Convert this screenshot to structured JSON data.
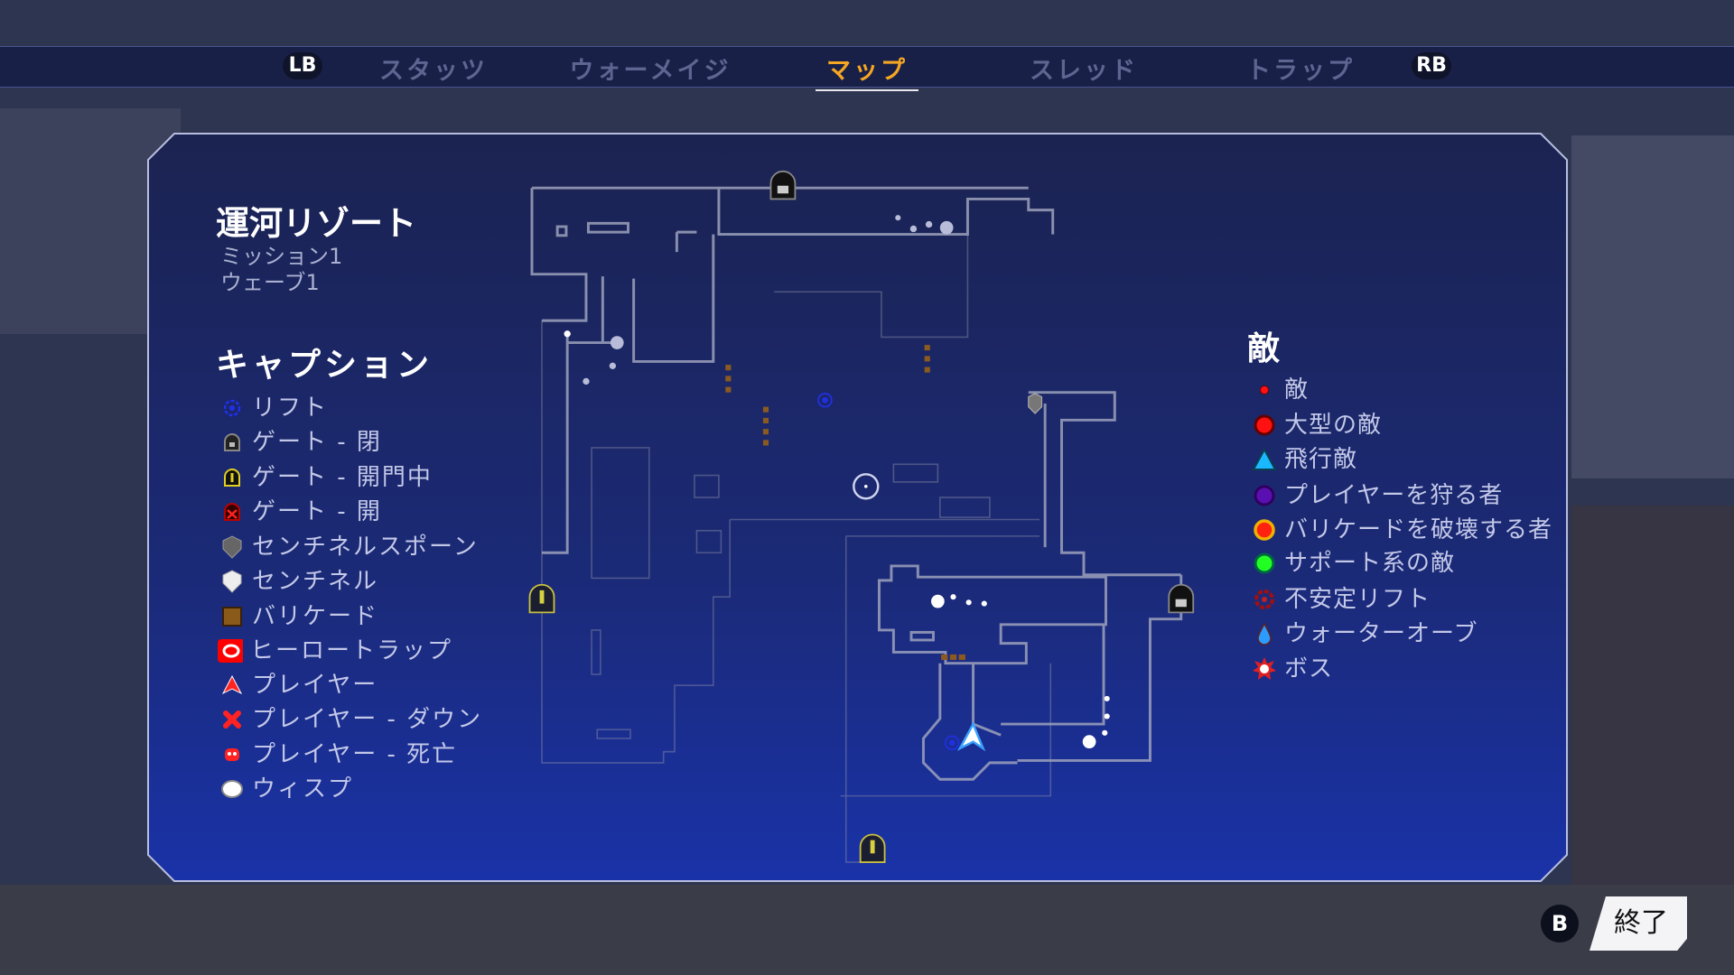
{
  "nav": {
    "left_bumper": "LB",
    "right_bumper": "RB",
    "tabs": [
      {
        "label": "スタッツ",
        "active": false
      },
      {
        "label": "ウォーメイジ",
        "active": false
      },
      {
        "label": "マップ",
        "active": true
      },
      {
        "label": "スレッド",
        "active": false
      },
      {
        "label": "トラップ",
        "active": false
      }
    ]
  },
  "location": {
    "title": "運河リゾート",
    "mission": "ミッション1",
    "wave": "ウェーブ1"
  },
  "caption": {
    "header": "キャプション",
    "items": [
      {
        "label": "リフト",
        "icon": "lift-icon"
      },
      {
        "label": "ゲート - 閉",
        "icon": "gate-closed-icon"
      },
      {
        "label": "ゲート - 開門中",
        "icon": "gate-opening-icon"
      },
      {
        "label": "ゲート - 開",
        "icon": "gate-open-icon"
      },
      {
        "label": "センチネルスポーン",
        "icon": "sentinel-spawn-icon"
      },
      {
        "label": "センチネル",
        "icon": "sentinel-icon"
      },
      {
        "label": "バリケード",
        "icon": "barricade-icon"
      },
      {
        "label": "ヒーロートラップ",
        "icon": "hero-trap-icon"
      },
      {
        "label": "プレイヤー",
        "icon": "player-icon"
      },
      {
        "label": "プレイヤー - ダウン",
        "icon": "player-down-icon"
      },
      {
        "label": "プレイヤー - 死亡",
        "icon": "player-dead-icon"
      },
      {
        "label": "ウィスプ",
        "icon": "wisp-icon"
      }
    ]
  },
  "enemies": {
    "header": "敵",
    "items": [
      {
        "label": "敵",
        "icon": "enemy-icon",
        "color": "#ff1010"
      },
      {
        "label": "大型の敵",
        "icon": "large-enemy-icon",
        "color": "#ff1010"
      },
      {
        "label": "飛行敵",
        "icon": "flying-enemy-icon",
        "color": "#1ab8ff"
      },
      {
        "label": "プレイヤーを狩る者",
        "icon": "player-hunter-icon",
        "color": "#5a10b0"
      },
      {
        "label": "バリケードを破壊する者",
        "icon": "barricade-breaker-icon",
        "color": "#ff2010"
      },
      {
        "label": "サポート系の敵",
        "icon": "support-enemy-icon",
        "color": "#20ff20"
      },
      {
        "label": "不安定リフト",
        "icon": "unstable-lift-icon",
        "color": "#a01010"
      },
      {
        "label": "ウォーターオーブ",
        "icon": "water-orb-icon",
        "color": "#2a9cff"
      },
      {
        "label": "ボス",
        "icon": "boss-icon",
        "color": "#e02020"
      }
    ]
  },
  "footer": {
    "button": "B",
    "label": "終了"
  },
  "colors": {
    "active_tab": "#f5a623",
    "panel": "#1b2a78"
  }
}
